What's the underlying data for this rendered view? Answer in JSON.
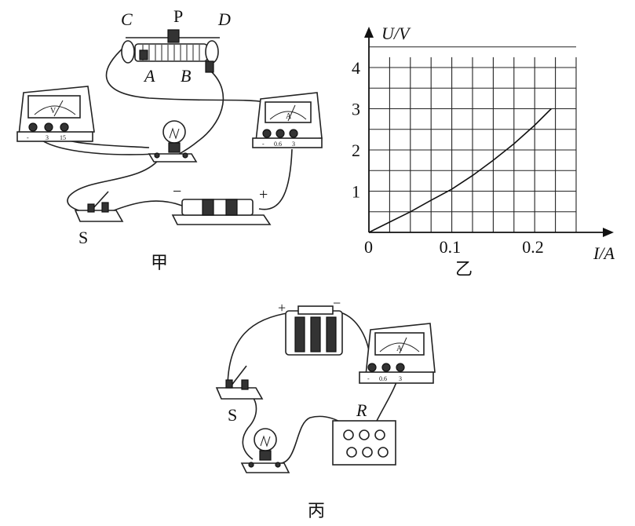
{
  "figure_jia": {
    "caption": "甲",
    "rheostat": {
      "label_c": "C",
      "label_p": "P",
      "label_d": "D",
      "label_a": "A",
      "label_b": "B"
    },
    "voltmeter": {
      "letter": "V",
      "term_minus": "-",
      "term_3": "3",
      "term_15": "15"
    },
    "ammeter": {
      "letter": "A",
      "term_minus": "-",
      "term_06": "0.6",
      "term_3": "3"
    },
    "switch_label": "S",
    "battery": {
      "minus": "−",
      "plus": "+"
    }
  },
  "figure_yi": {
    "caption": "乙"
  },
  "figure_bing": {
    "caption": "丙",
    "battery": {
      "plus": "+",
      "minus": "−"
    },
    "ammeter": {
      "letter": "A",
      "term_minus": "-",
      "term_06": "0.6",
      "term_3": "3"
    },
    "switch_label": "S",
    "resistor_label": "R"
  },
  "chart_data": {
    "type": "line",
    "title": "",
    "xlabel": "I/A",
    "ylabel": "U/V",
    "xlim": [
      0,
      0.25
    ],
    "ylim": [
      0,
      4
    ],
    "x_ticks": [
      0.1,
      0.2
    ],
    "x_tick_labels": [
      "0",
      "0.1",
      "0.2"
    ],
    "y_ticks": [
      1,
      2,
      3,
      4
    ],
    "y_tick_labels": [
      "1",
      "2",
      "3",
      "4"
    ],
    "grid": true,
    "grid_step_x": 0.025,
    "grid_step_y": 0.5,
    "series": [
      {
        "x": [
          0,
          0.025,
          0.05,
          0.075,
          0.1,
          0.125,
          0.15,
          0.175,
          0.2,
          0.22
        ],
        "y": [
          0,
          0.25,
          0.5,
          0.78,
          1.05,
          1.38,
          1.75,
          2.15,
          2.6,
          3.0
        ]
      }
    ]
  }
}
